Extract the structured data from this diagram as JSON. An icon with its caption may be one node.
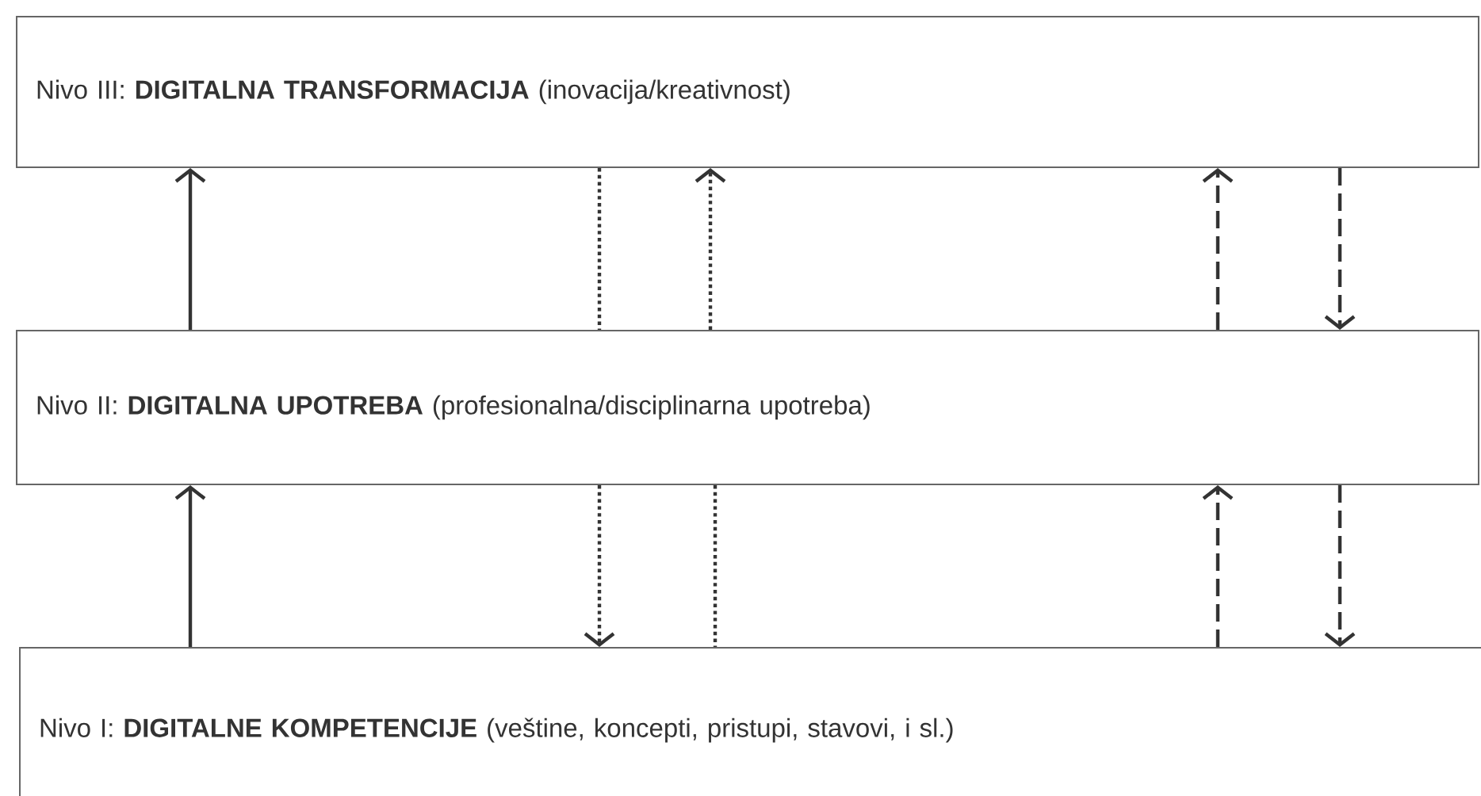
{
  "diagram": {
    "nodes": [
      {
        "text": [
          "Nivo III: **DIGITALNA TRANSFORMACIJA** (inovacija/kreativnost)"
        ]
      },
      {
        "text": [
          "Nivo II: **DIGITALNA UPOTREBA** (profesionalna/disciplinarna upotreba)"
        ]
      },
      {
        "text": [
          "Nivo I: **DIGITALNE KOMPETENCIJE** (veštine, koncepti, pristupi, stavovi, i sl.)"
        ]
      }
    ],
    "edges": [
      {
        "from": 1,
        "to": 0,
        "arrow": "to"
      },
      {
        "from": 0,
        "to": 1,
        "arrow": "none",
        "style": "dashed"
      },
      {
        "from": 1,
        "to": 0,
        "arrow": "to",
        "style": "dashed"
      },
      {
        "from": 1,
        "to": 0,
        "arrow": "to",
        "style": "dashed"
      },
      {
        "from": 0,
        "to": 1,
        "arrow": "to",
        "style": "dashed"
      },
      {
        "from": 2,
        "to": 1,
        "arrow": "to"
      },
      {
        "from": 1,
        "to": 2,
        "arrow": "to",
        "style": "dashed"
      },
      {
        "from": 1,
        "to": 2,
        "arrow": "none",
        "style": "dashed"
      },
      {
        "from": 2,
        "to": 1,
        "arrow": "to",
        "style": "dashed"
      },
      {
        "from": 1,
        "to": 2,
        "arrow": "to",
        "style": "dashed"
      }
    ]
  }
}
